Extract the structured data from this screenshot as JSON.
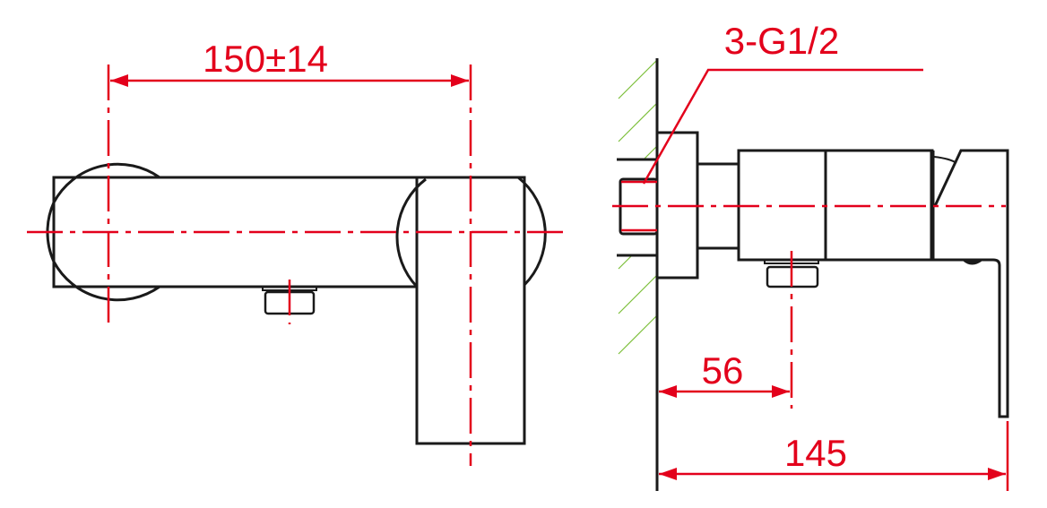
{
  "front_view": {
    "width_dimension": "150±14"
  },
  "side_view": {
    "thread_label": "3-G1/2",
    "outlet_offset": "56",
    "depth_dimension": "145"
  },
  "colors": {
    "dimension": "#e3001b",
    "outline": "#1a1a1a",
    "hatch": "#7cbf3a"
  }
}
